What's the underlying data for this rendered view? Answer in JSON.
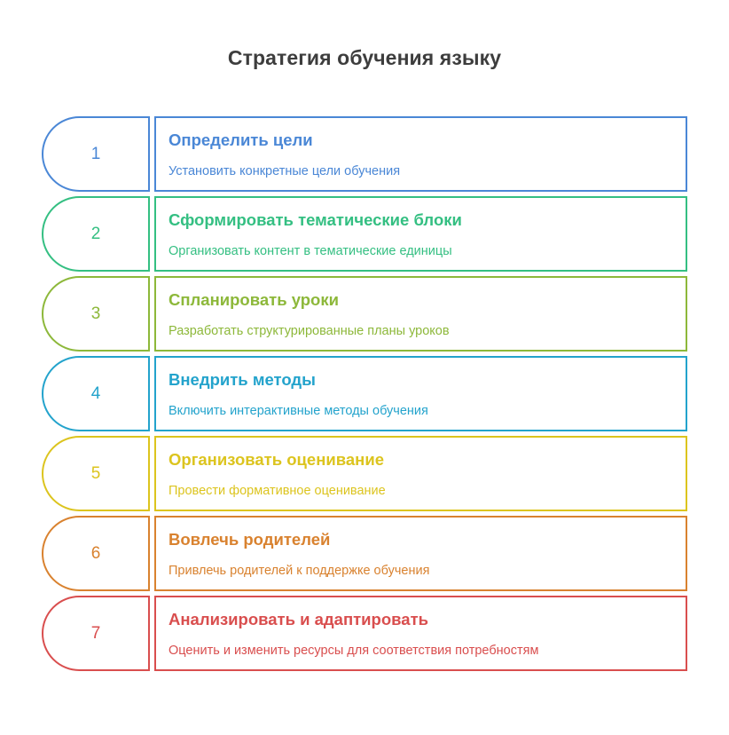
{
  "title": "Стратегия обучения языку",
  "steps": [
    {
      "number": "1",
      "title": "Определить цели",
      "description": "Установить конкретные цели обучения",
      "color": "#4a87d6"
    },
    {
      "number": "2",
      "title": "Сформировать тематические блоки",
      "description": "Организовать контент в тематические единицы",
      "color": "#34bf82"
    },
    {
      "number": "3",
      "title": "Спланировать уроки",
      "description": "Разработать структурированные планы уроков",
      "color": "#8db83a"
    },
    {
      "number": "4",
      "title": "Внедрить методы",
      "description": "Включить интерактивные методы обучения",
      "color": "#23a3cc"
    },
    {
      "number": "5",
      "title": "Организовать оценивание",
      "description": "Провести формативное оценивание",
      "color": "#dcc41e"
    },
    {
      "number": "6",
      "title": "Вовлечь родителей",
      "description": "Привлечь родителей к поддержке обучения",
      "color": "#d9822f"
    },
    {
      "number": "7",
      "title": "Анализировать и адаптировать",
      "description": "Оценить и изменить ресурсы для соответствия потребностям",
      "color": "#d94e4e"
    }
  ]
}
